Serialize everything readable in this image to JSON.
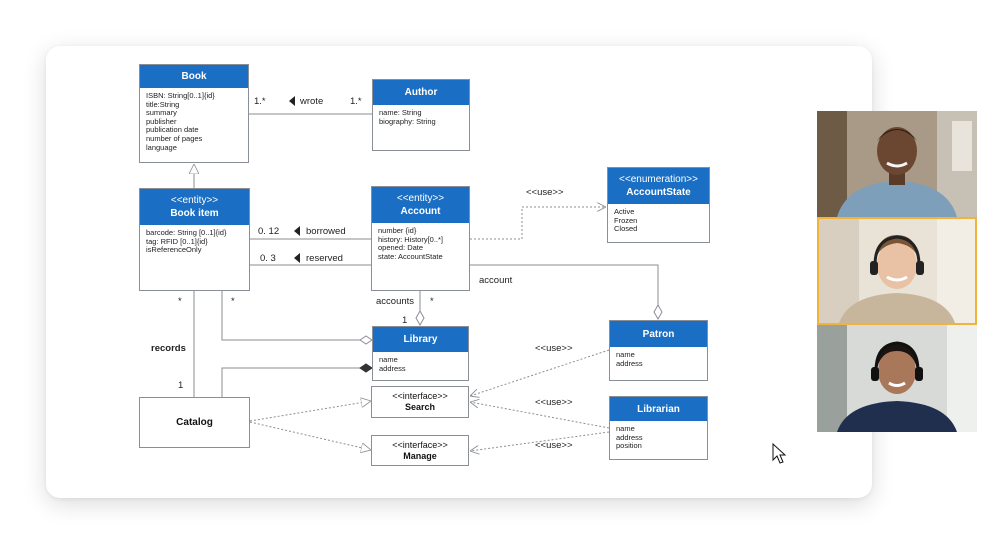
{
  "classes": {
    "book": {
      "title": "Book",
      "attrs": [
        "ISBN: String[0..1]{id}",
        "title:String",
        "summary",
        "publisher",
        "publication date",
        "number of pages",
        "language"
      ]
    },
    "author": {
      "title": "Author",
      "attrs": [
        "name: String",
        "biography: String"
      ]
    },
    "book_item": {
      "stereotype": "<<entity>>",
      "title": "Book item",
      "attrs": [
        "barcode: String [0..1]{id}",
        "tag: RFID [0..1]{id}",
        "isReferenceOnly"
      ]
    },
    "account": {
      "stereotype": "<<entity>>",
      "title": "Account",
      "attrs": [
        "number {id}",
        "history: History[0..*]",
        "opened: Date",
        "state: AccountState"
      ]
    },
    "account_state": {
      "stereotype": "<<enumeration>>",
      "title": "AccountState",
      "attrs": [
        "Active",
        "Frozen",
        "Closed"
      ]
    },
    "library": {
      "title": "Library",
      "attrs": [
        "name",
        "address"
      ]
    },
    "patron": {
      "title": "Patron",
      "attrs": [
        "name",
        "address"
      ]
    },
    "librarian": {
      "title": "Librarian",
      "attrs": [
        "name",
        "address",
        "position"
      ]
    },
    "catalog": {
      "title": "Catalog"
    },
    "search": {
      "stereotype": "<<interface>>",
      "title": "Search"
    },
    "manage": {
      "stereotype": "<<interface>>",
      "title": "Manage"
    }
  },
  "labels": {
    "wrote": "wrote",
    "book_mult": "1.*",
    "author_mult": "1.*",
    "borrowed": "borrowed",
    "borrowed_mult": "0. 12",
    "reserved": "reserved",
    "reserved_mult": "0. 3",
    "use_account_state": "<<use>>",
    "account": "account",
    "accounts": "accounts",
    "accounts_star": "*",
    "library_one": "1",
    "bookitem_star_left": "*",
    "bookitem_star_right": "*",
    "records": "records",
    "catalog_one": "1",
    "use_patron": "<<use>>",
    "use_librarian_search": "<<use>>",
    "use_librarian_manage": "<<use>>"
  },
  "colors": {
    "header": "#1a6fc4",
    "active_video_border": "#f1b43a"
  },
  "participants": [
    {
      "name": "participant-1",
      "active": false
    },
    {
      "name": "participant-2",
      "active": true
    },
    {
      "name": "participant-3",
      "active": false
    }
  ]
}
